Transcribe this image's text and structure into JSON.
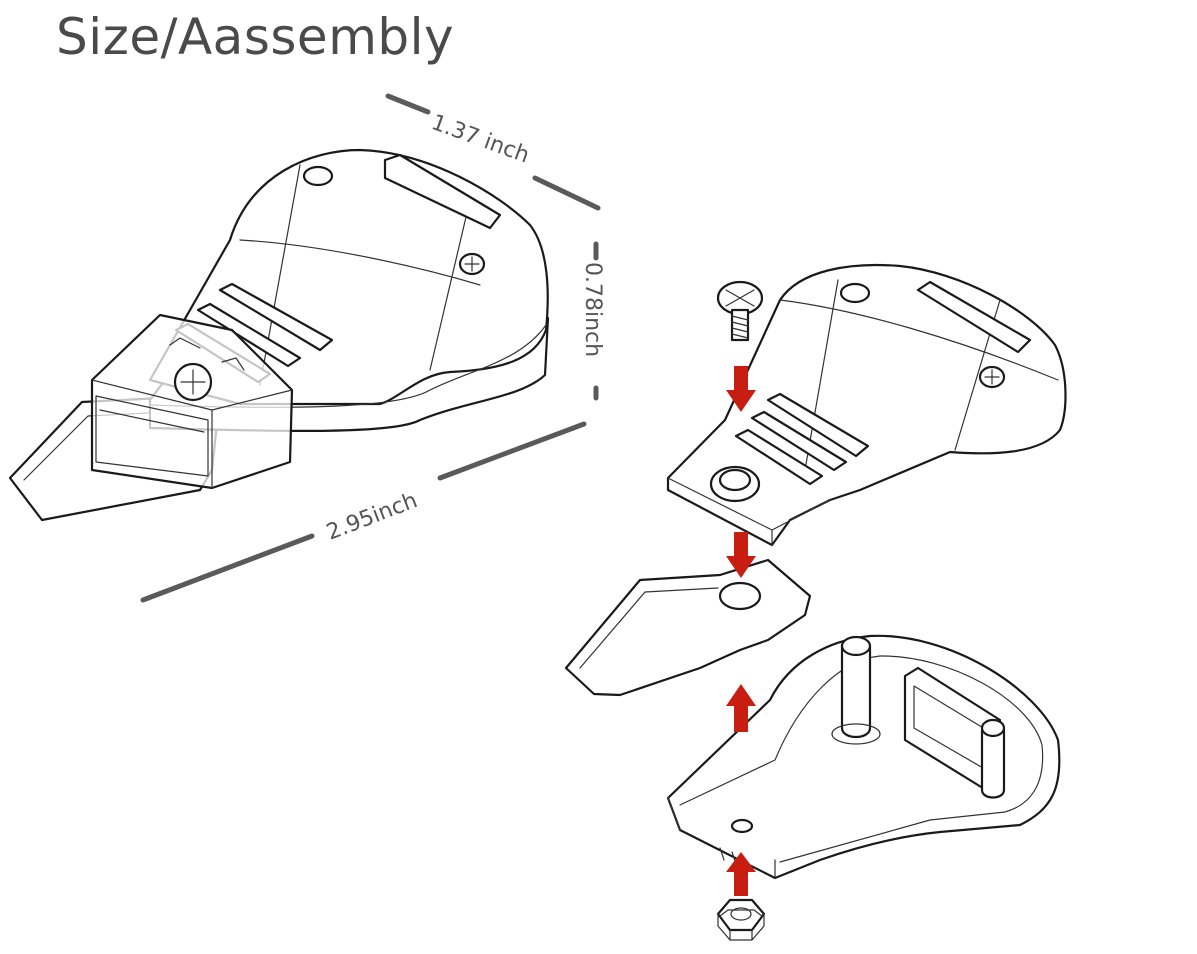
{
  "title": "Size/Aassembly",
  "dimensions": {
    "width": "1.37 inch",
    "height": "0.78inch",
    "length": "2.95inch"
  },
  "colors": {
    "arrow": "#c81e12",
    "outline": "#1a1a1a",
    "dimension_line": "#5a5a5a",
    "text": "#4a4a4a"
  },
  "assembly": {
    "parts": [
      "screw-icon",
      "top-shell-icon",
      "metal-clip-icon",
      "bottom-shell-icon",
      "hex-nut-icon"
    ],
    "arrows": [
      "down",
      "down",
      "up",
      "up"
    ]
  }
}
